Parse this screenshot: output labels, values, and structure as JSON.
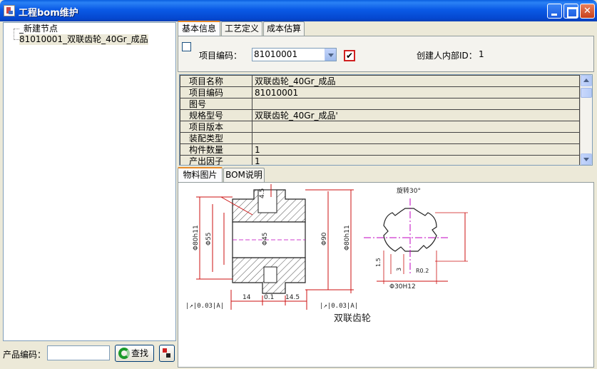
{
  "window": {
    "title": "工程bom维护"
  },
  "tree": {
    "nodes": [
      "_新建节点",
      "81010001_双联齿轮_40Gr_成品"
    ]
  },
  "search": {
    "label": "产品编码：",
    "value": "",
    "find_label": "查找"
  },
  "top_tabs": [
    "基本信息",
    "工艺定义",
    "成本估算"
  ],
  "header": {
    "item_code_label": "项目编码：",
    "item_code_value": "81010001",
    "creator_label": "创建人内部ID：",
    "creator_value": "1",
    "check_mark": "✔"
  },
  "properties": [
    {
      "key": "项目名称",
      "value": "双联齿轮_40Gr_成品"
    },
    {
      "key": "项目编码",
      "value": "81010001"
    },
    {
      "key": "图号",
      "value": ""
    },
    {
      "key": "规格型号",
      "value": "双联齿轮_40Gr_成品'"
    },
    {
      "key": "项目版本",
      "value": ""
    },
    {
      "key": "装配类型",
      "value": ""
    },
    {
      "key": "构件数量",
      "value": "1"
    },
    {
      "key": "产出因子",
      "value": "1"
    }
  ],
  "mid_tabs": [
    "物料图片",
    "BOM说明"
  ],
  "drawing": {
    "caption": "双联齿轮",
    "labels": {
      "d1": "Φ80h11",
      "d2": "Φ55",
      "d3": "Φ45",
      "d4": "Φ90",
      "d5": "Φ80h11",
      "w1": "14",
      "w2": "0.1",
      "w3": "14.5",
      "tol1": "|↗|0.03|A|",
      "tol2": "|↗|0.03|A|",
      "kw": "4.5",
      "h1": "1.5",
      "h2": "3",
      "h3": "R0.2",
      "h4": "Φ30H12",
      "view": "旋转30°"
    }
  },
  "colors": {
    "titlebar": "#0a5ae6",
    "window_bg": "#ece9d8",
    "tab_highlight": "#e68b2c",
    "checkbox_border": "#d02020",
    "drawing_red": "#cc1111",
    "drawing_magenta": "#c000c0"
  }
}
